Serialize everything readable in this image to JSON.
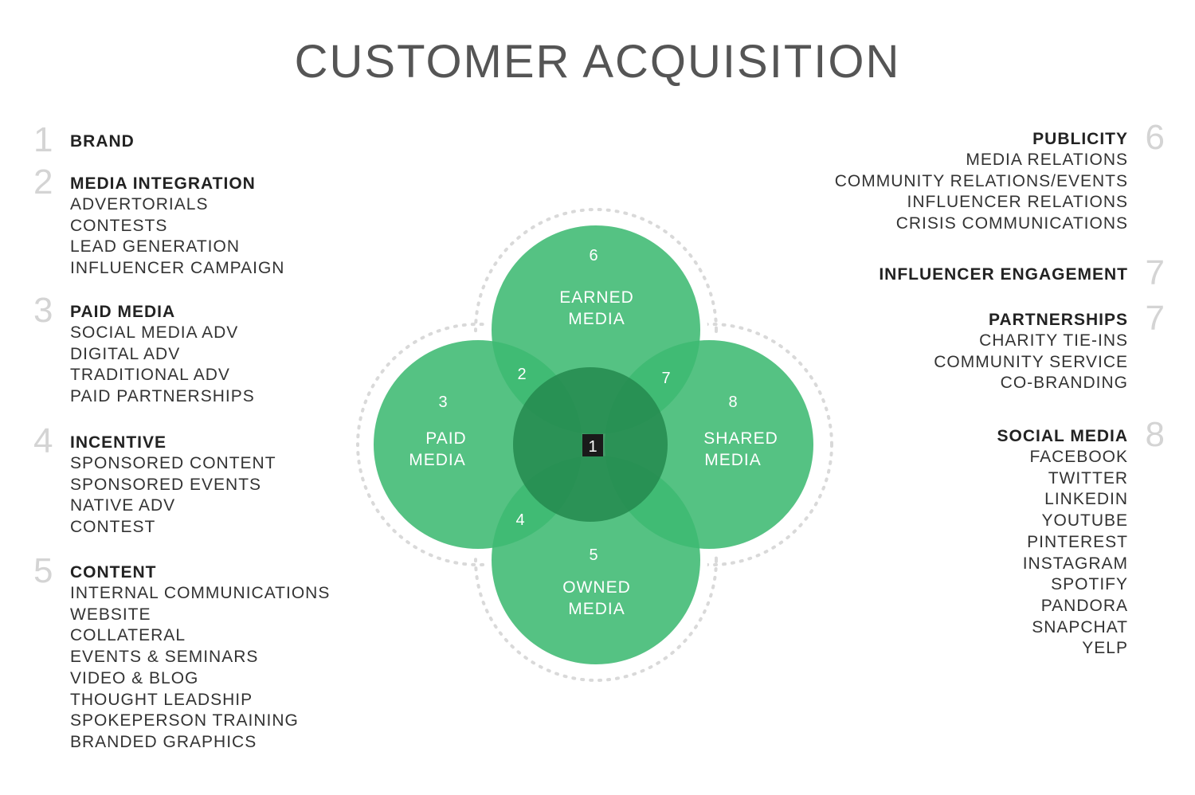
{
  "title": "CUSTOMER ACQUISITION",
  "colors": {
    "circle_fill": "#3dba72",
    "center_fill": "#24894f",
    "center_box": "#1a1a1a",
    "ring_dots": "#d9d9d9"
  },
  "left_groups": [
    {
      "num": "1",
      "heading": "BRAND",
      "items": []
    },
    {
      "num": "2",
      "heading": "MEDIA INTEGRATION",
      "items": [
        "ADVERTORIALS",
        "CONTESTS",
        "LEAD GENERATION",
        "INFLUENCER CAMPAIGN"
      ]
    },
    {
      "num": "3",
      "heading": "PAID MEDIA",
      "items": [
        "SOCIAL MEDIA ADV",
        "DIGITAL ADV",
        "TRADITIONAL ADV",
        "PAID PARTNERSHIPS"
      ]
    },
    {
      "num": "4",
      "heading": "INCENTIVE",
      "items": [
        "SPONSORED CONTENT",
        "SPONSORED EVENTS",
        "NATIVE ADV",
        "CONTEST"
      ]
    },
    {
      "num": "5",
      "heading": "CONTENT",
      "items": [
        "INTERNAL COMMUNICATIONS",
        "WEBSITE",
        "COLLATERAL",
        "EVENTS & SEMINARS",
        "VIDEO & BLOG",
        "THOUGHT LEADSHIP",
        "SPOKEPERSON TRAINING",
        "BRANDED GRAPHICS"
      ]
    }
  ],
  "right_groups": [
    {
      "num": "6",
      "heading": "PUBLICITY",
      "items": [
        "MEDIA RELATIONS",
        "COMMUNITY RELATIONS/EVENTS",
        "INFLUENCER RELATIONS",
        "CRISIS COMMUNICATIONS"
      ]
    },
    {
      "num": "7",
      "heading": "INFLUENCER ENGAGEMENT",
      "items": []
    },
    {
      "num": "7",
      "heading": "PARTNERSHIPS",
      "items": [
        "CHARITY TIE-INS",
        "COMMUNITY SERVICE",
        "CO-BRANDING"
      ]
    },
    {
      "num": "8",
      "heading": "SOCIAL MEDIA",
      "items": [
        "FACEBOOK",
        "TWITTER",
        "LINKEDIN",
        "YOUTUBE",
        "PINTEREST",
        "INSTAGRAM",
        "SPOTIFY",
        "PANDORA",
        "SNAPCHAT",
        "YELP"
      ]
    }
  ],
  "diagram": {
    "center_number": "1",
    "circles": {
      "earned": {
        "num": "6",
        "line1": "EARNED",
        "line2": "MEDIA"
      },
      "paid": {
        "num": "3",
        "line1": "PAID",
        "line2": "MEDIA"
      },
      "shared": {
        "num": "8",
        "line1": "SHARED",
        "line2": "MEDIA"
      },
      "owned": {
        "num": "5",
        "line1": "OWNED",
        "line2": "MEDIA"
      }
    },
    "overlaps": {
      "earned_paid": "2",
      "earned_shared": "7",
      "paid_owned": "4"
    }
  }
}
